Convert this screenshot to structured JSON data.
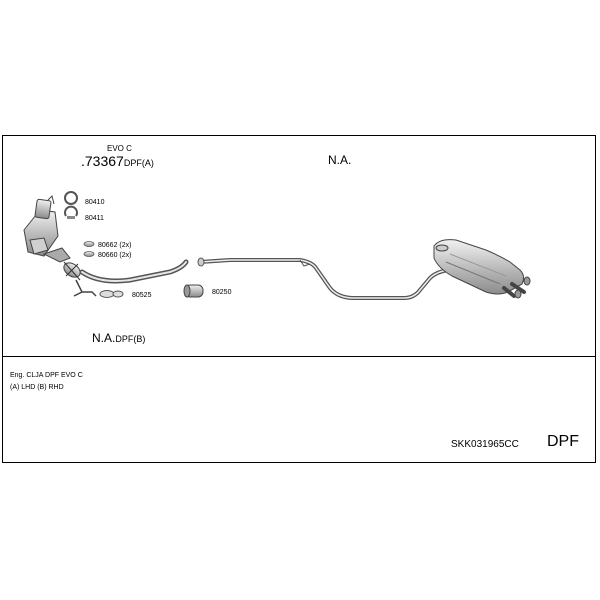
{
  "diagram": {
    "evo_label": "EVO C",
    "main_part": {
      "number": "73367",
      "suffix": "DPF(A)"
    },
    "na_top": "N.A.",
    "na_bottom": {
      "label": "N.A.",
      "suffix": "DPF(B)"
    },
    "parts": {
      "p80410": "80410",
      "p80411": "80411",
      "p80662": "80662 (2x)",
      "p80660": "80660 (2x)",
      "p80525": "80525",
      "p80250": "80250"
    },
    "notes": {
      "line1": "Eng. CLJA   DPF EVO C",
      "line2": "(A) LHD (B) RHD"
    },
    "footer": {
      "code": "SKK031965CC",
      "type": "DPF"
    }
  }
}
